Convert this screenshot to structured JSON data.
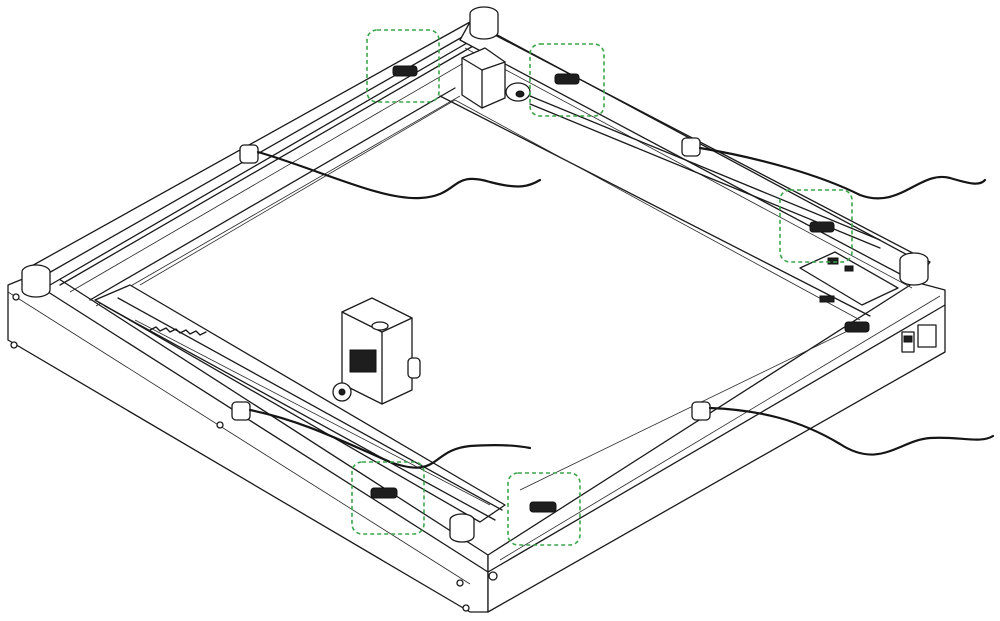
{
  "colors": {
    "line": "#1a1a1a",
    "background": "#ffffff",
    "highlight": "#3aa64a"
  },
  "highlight_boxes": [
    {
      "id": "back-left-mount"
    },
    {
      "id": "back-right-mount"
    },
    {
      "id": "right-mount"
    },
    {
      "id": "front-left-mount"
    },
    {
      "id": "front-right-mount"
    }
  ]
}
